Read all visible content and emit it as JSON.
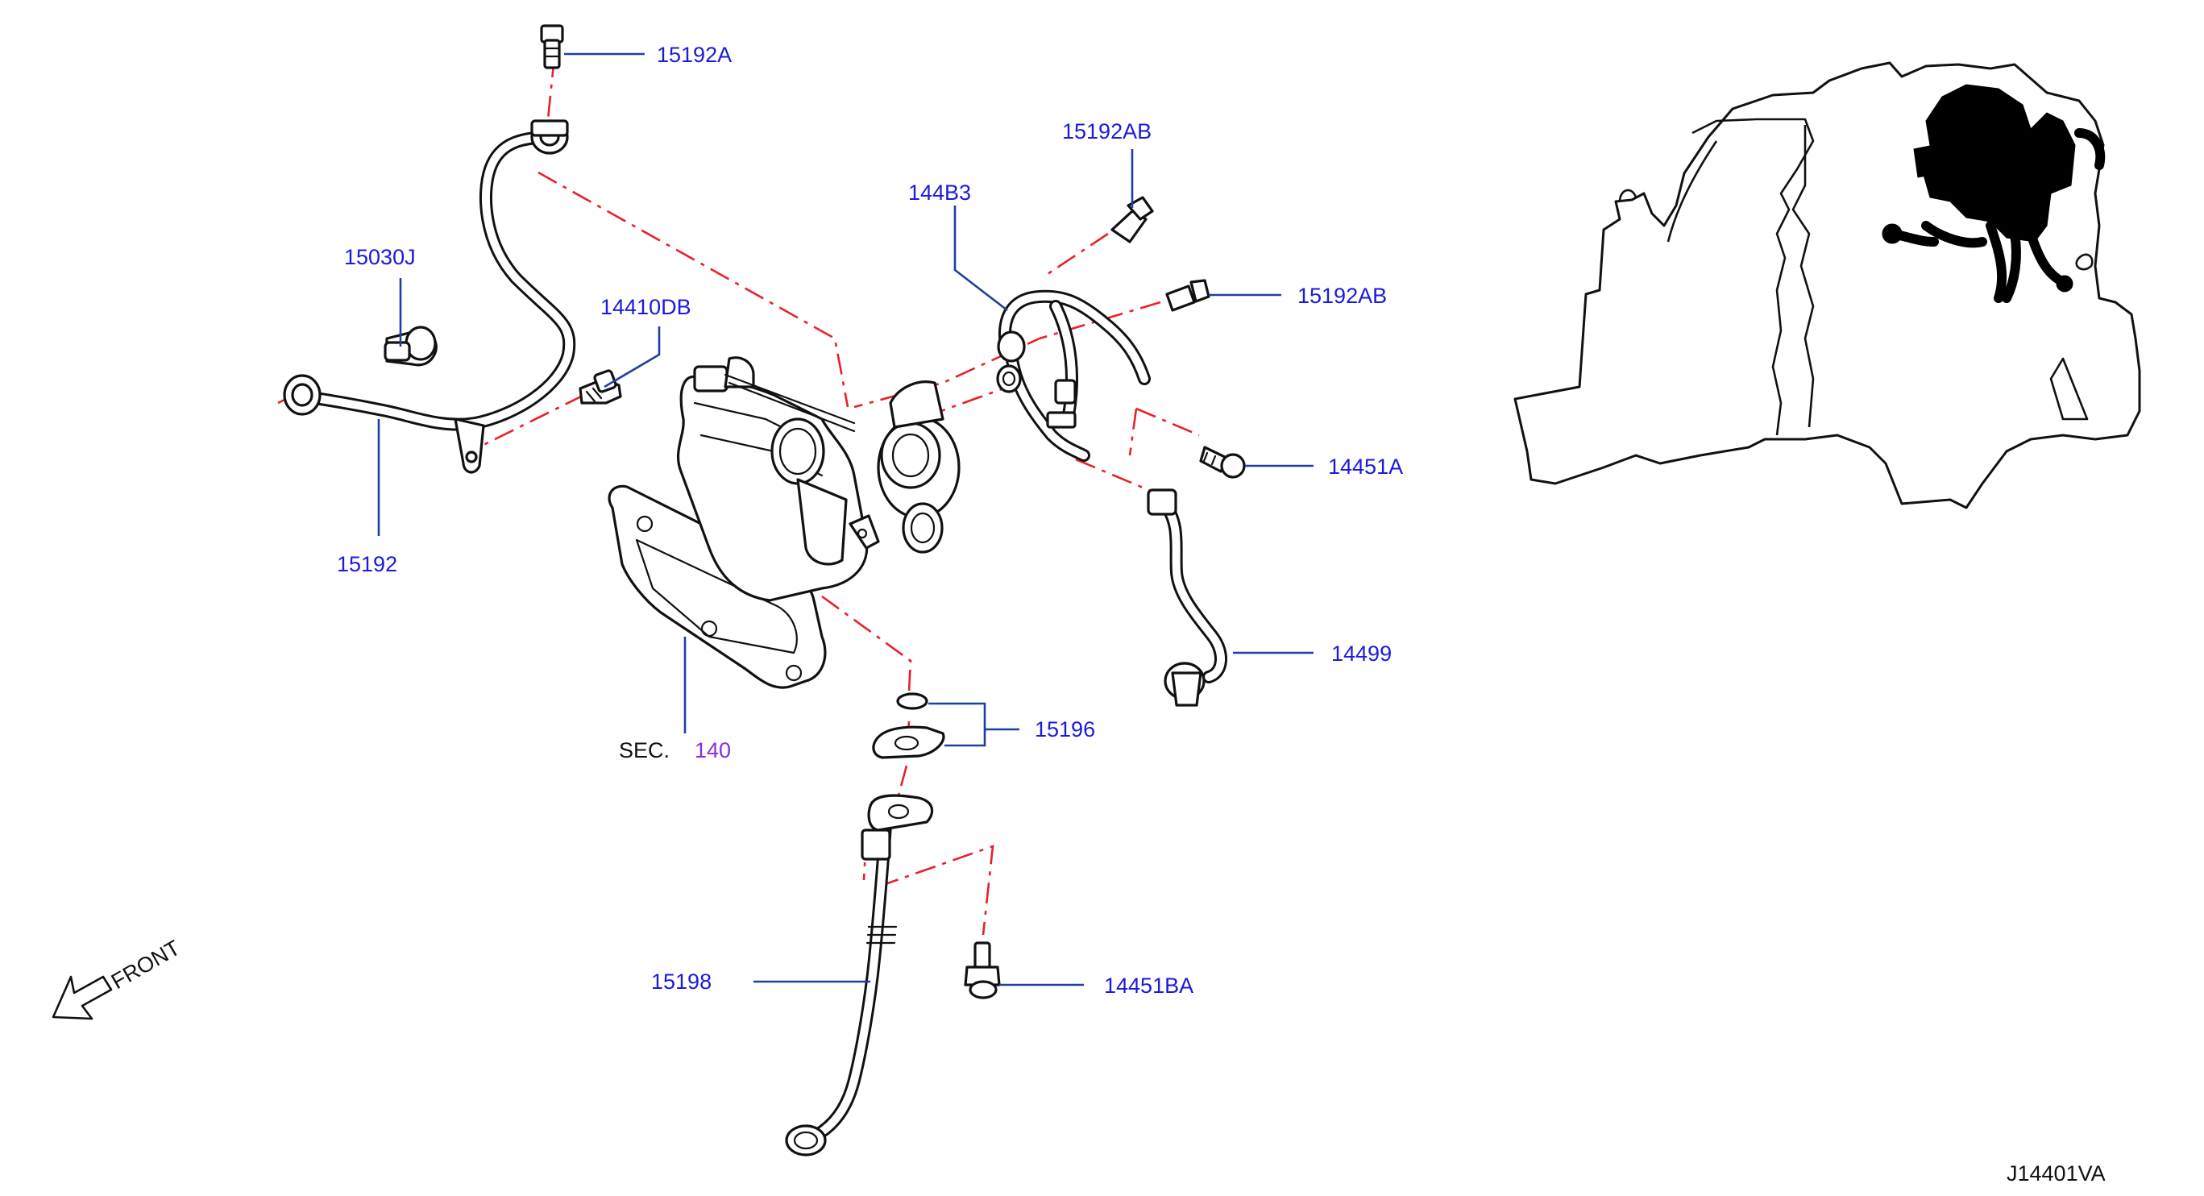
{
  "diagram": {
    "drawing_code": "J14401VA",
    "direction_label": "FRONT",
    "section_ref": {
      "prefix": "SEC.",
      "number": "140"
    },
    "callouts": [
      {
        "id": "c-15192A",
        "text": "15192A"
      },
      {
        "id": "c-15030J",
        "text": "15030J"
      },
      {
        "id": "c-14410DB",
        "text": "14410DB"
      },
      {
        "id": "c-15192",
        "text": "15192"
      },
      {
        "id": "c-15192AB-top",
        "text": "15192AB"
      },
      {
        "id": "c-144B3",
        "text": "144B3"
      },
      {
        "id": "c-15192AB-right",
        "text": "15192AB"
      },
      {
        "id": "c-14451A",
        "text": "14451A"
      },
      {
        "id": "c-14499",
        "text": "14499"
      },
      {
        "id": "c-15196",
        "text": "15196"
      },
      {
        "id": "c-15198",
        "text": "15198"
      },
      {
        "id": "c-14451BA",
        "text": "14451BA"
      }
    ],
    "colors": {
      "callout_text": "#1a1adc",
      "leader_line": "#1f3fa0",
      "dash_line": "#e8202a",
      "section_number": "#8a2be2",
      "outline": "#111111"
    }
  }
}
